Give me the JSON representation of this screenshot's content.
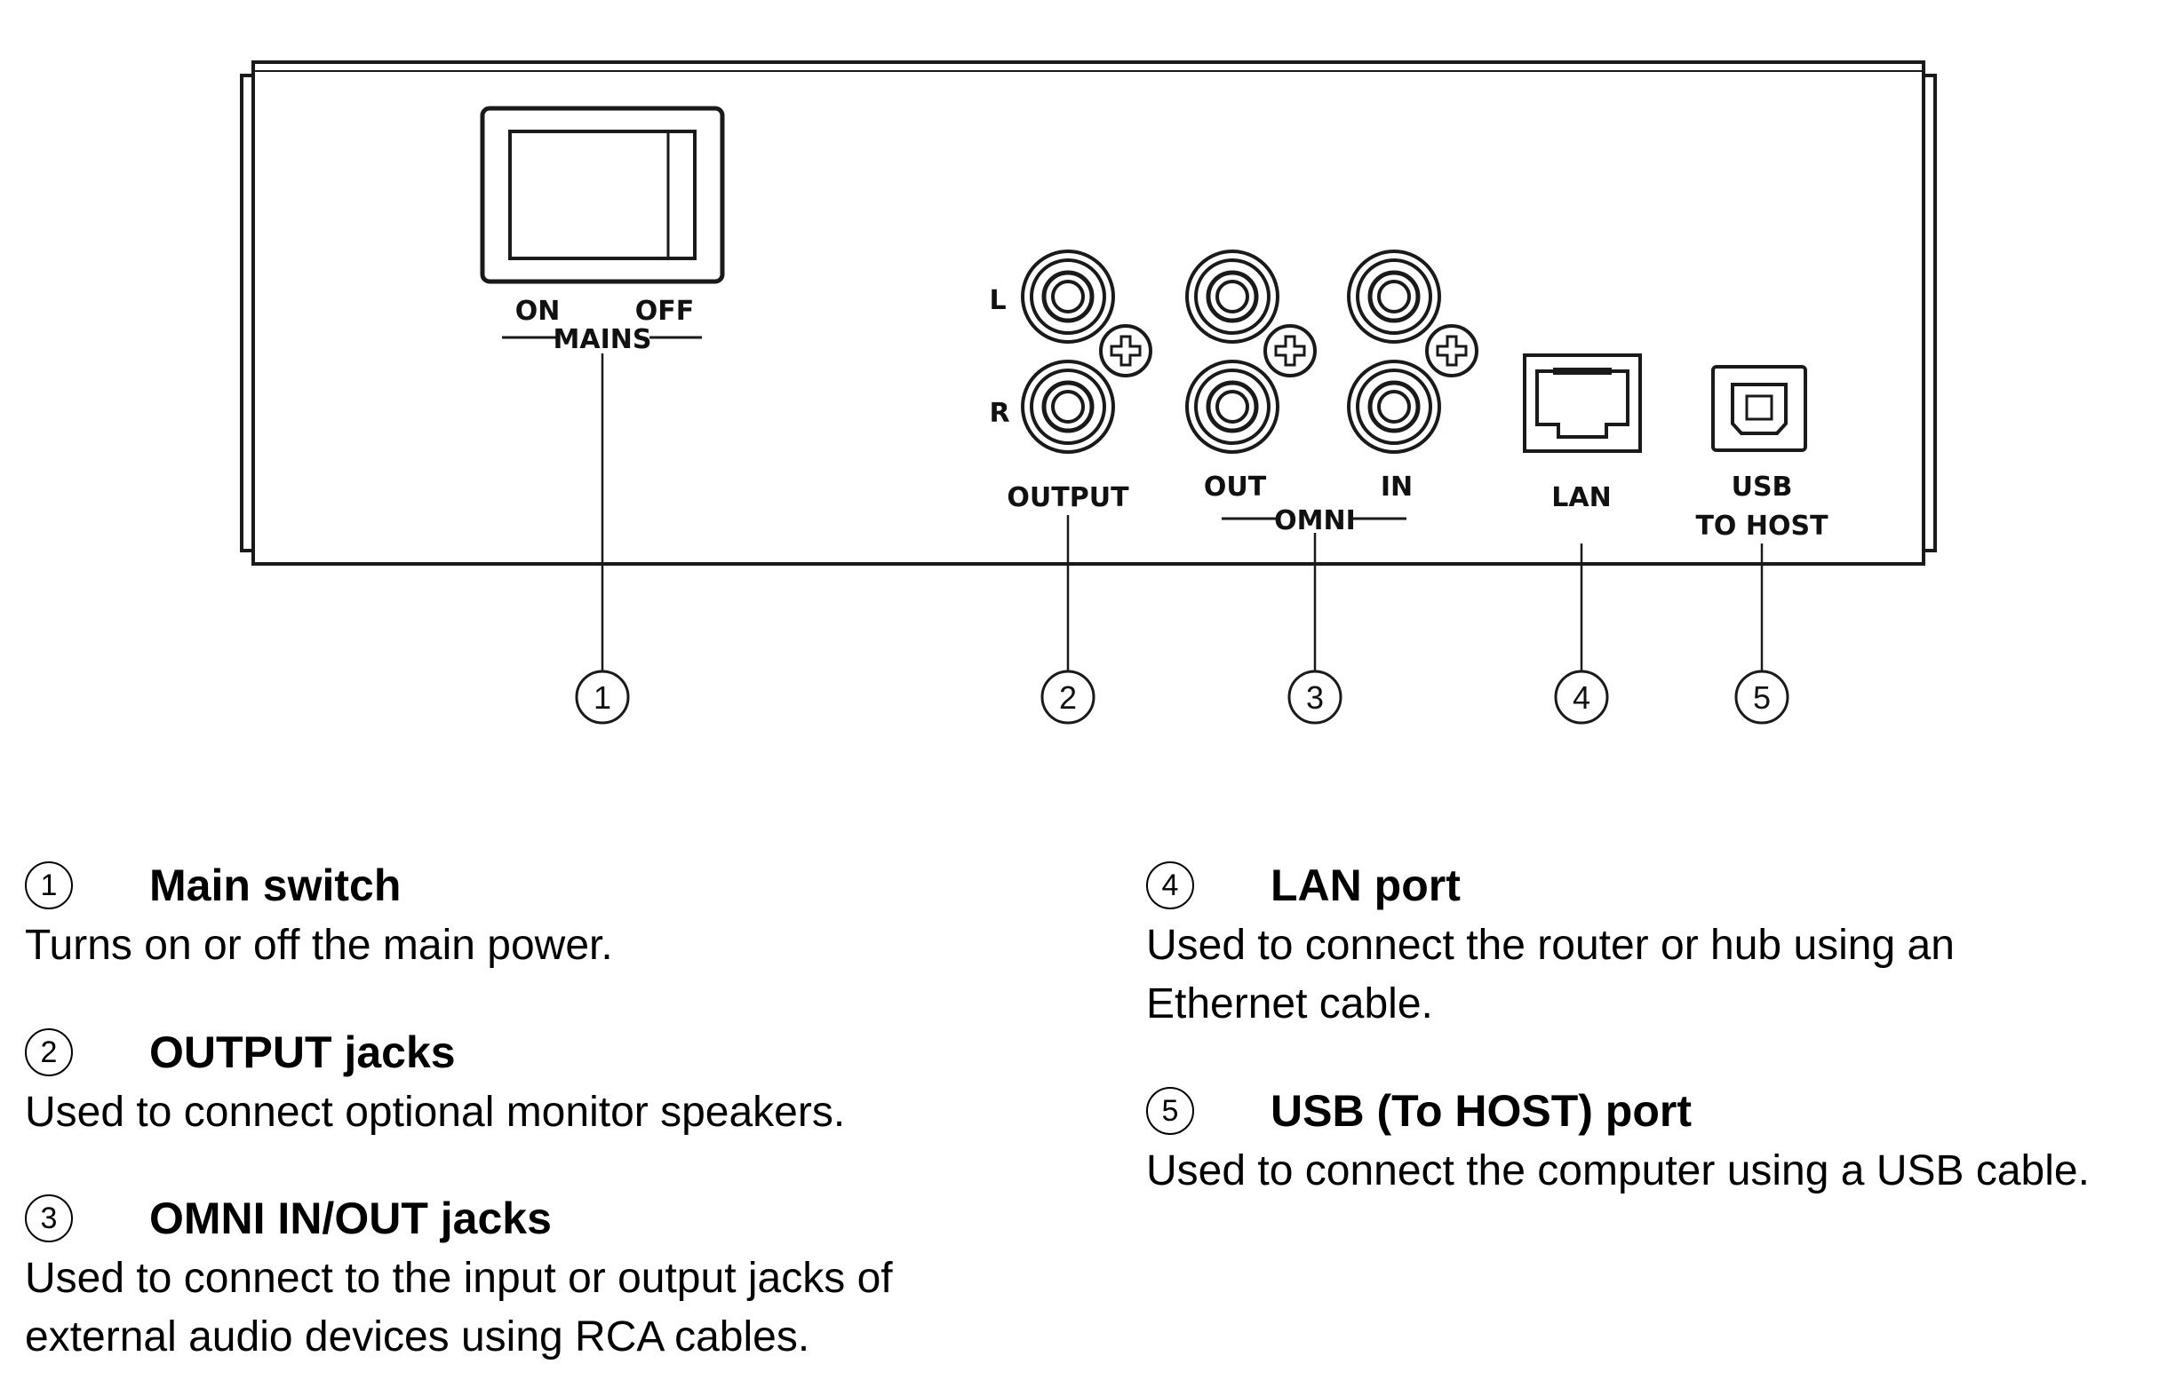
{
  "panel_labels": {
    "on": "ON",
    "off": "OFF",
    "mains": "MAINS",
    "left": "L",
    "right": "R",
    "output": "OUTPUT",
    "omni_out": "OUT",
    "omni_in": "IN",
    "omni": "OMNI",
    "lan": "LAN",
    "usb_line1": "USB",
    "usb_line2": "TO HOST"
  },
  "callouts": [
    "1",
    "2",
    "3",
    "4",
    "5"
  ],
  "descriptions": [
    {
      "num": "1",
      "title": "Main switch",
      "body": [
        "Turns on or off the main power."
      ]
    },
    {
      "num": "2",
      "title": "OUTPUT jacks",
      "body": [
        "Used to connect optional monitor speakers."
      ]
    },
    {
      "num": "3",
      "title": "OMNI IN/OUT jacks",
      "body": [
        "Used to connect to the input or output jacks of",
        "external audio devices using RCA cables."
      ]
    },
    {
      "num": "4",
      "title": "LAN port",
      "body": [
        "Used to connect the router or hub using an",
        "Ethernet cable."
      ]
    },
    {
      "num": "5",
      "title": "USB (To HOST) port",
      "body": [
        "Used to connect the computer using a USB cable."
      ]
    }
  ]
}
